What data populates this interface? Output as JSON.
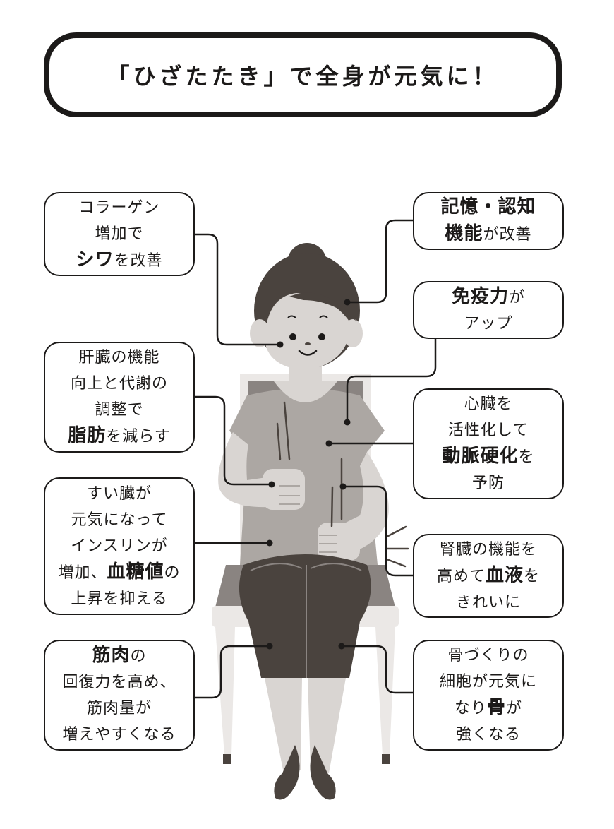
{
  "title": "「ひざたたき」で全身が元気に！",
  "colors": {
    "ink": "#1c1a19",
    "hair": "#4a433e",
    "skin": "#d9d5d2",
    "shirt": "#aca7a3",
    "pants": "#4a433e",
    "chair_light": "#ebe8e6",
    "chair_seat": "#8a8481",
    "background": "#ffffff"
  },
  "callouts": {
    "skin": {
      "target": "face-cheek",
      "lines": [
        [
          {
            "text": "コラーゲン",
            "bold": false
          }
        ],
        [
          {
            "text": "増加で",
            "bold": false
          }
        ],
        [
          {
            "text": "シワ",
            "bold": true
          },
          {
            "text": "を改善",
            "bold": false
          }
        ]
      ]
    },
    "brain": {
      "target": "head",
      "lines": [
        [
          {
            "text": "記憶・認知",
            "bold": true
          }
        ],
        [
          {
            "text": "機能",
            "bold": true
          },
          {
            "text": "が改善",
            "bold": false
          }
        ]
      ]
    },
    "immunity": {
      "target": "chest-upper",
      "lines": [
        [
          {
            "text": "免疫力",
            "bold": true
          },
          {
            "text": "が",
            "bold": false
          }
        ],
        [
          {
            "text": "アップ",
            "bold": false
          }
        ]
      ]
    },
    "liver": {
      "target": "right-hand-abdomen",
      "lines": [
        [
          {
            "text": "肝臓の機能",
            "bold": false
          }
        ],
        [
          {
            "text": "向上と代謝の",
            "bold": false
          }
        ],
        [
          {
            "text": "調整で",
            "bold": false
          }
        ],
        [
          {
            "text": "脂肪",
            "bold": true
          },
          {
            "text": "を減らす",
            "bold": false
          }
        ]
      ]
    },
    "heart": {
      "target": "chest-center",
      "lines": [
        [
          {
            "text": "心臓を",
            "bold": false
          }
        ],
        [
          {
            "text": "活性化して",
            "bold": false
          }
        ],
        [
          {
            "text": "動脈硬化",
            "bold": true
          },
          {
            "text": "を",
            "bold": false
          }
        ],
        [
          {
            "text": "予防",
            "bold": false
          }
        ]
      ]
    },
    "pancreas": {
      "target": "lower-abdomen",
      "lines": [
        [
          {
            "text": "すい臓が",
            "bold": false
          }
        ],
        [
          {
            "text": "元気になって",
            "bold": false
          }
        ],
        [
          {
            "text": "インスリンが",
            "bold": false
          }
        ],
        [
          {
            "text": "増加、",
            "bold": false
          },
          {
            "text": "血糖値",
            "bold": true
          },
          {
            "text": "の",
            "bold": false
          }
        ],
        [
          {
            "text": "上昇を抑える",
            "bold": false
          }
        ]
      ]
    },
    "kidney": {
      "target": "side-waist",
      "lines": [
        [
          {
            "text": "腎臓の機能を",
            "bold": false
          }
        ],
        [
          {
            "text": "高めて",
            "bold": false
          },
          {
            "text": "血液",
            "bold": true
          },
          {
            "text": "を",
            "bold": false
          }
        ],
        [
          {
            "text": "きれいに",
            "bold": false
          }
        ]
      ]
    },
    "muscle": {
      "target": "left-thigh",
      "lines": [
        [
          {
            "text": "筋肉",
            "bold": true
          },
          {
            "text": "の",
            "bold": false
          }
        ],
        [
          {
            "text": "回復力を高め、",
            "bold": false
          }
        ],
        [
          {
            "text": "筋肉量が",
            "bold": false
          }
        ],
        [
          {
            "text": "増えやすくなる",
            "bold": false
          }
        ]
      ]
    },
    "bone": {
      "target": "right-thigh",
      "lines": [
        [
          {
            "text": "骨づくりの",
            "bold": false
          }
        ],
        [
          {
            "text": "細胞が元気に",
            "bold": false
          }
        ],
        [
          {
            "text": "なり",
            "bold": false
          },
          {
            "text": "骨",
            "bold": true
          },
          {
            "text": "が",
            "bold": false
          }
        ],
        [
          {
            "text": "強くなる",
            "bold": false
          }
        ]
      ]
    }
  }
}
